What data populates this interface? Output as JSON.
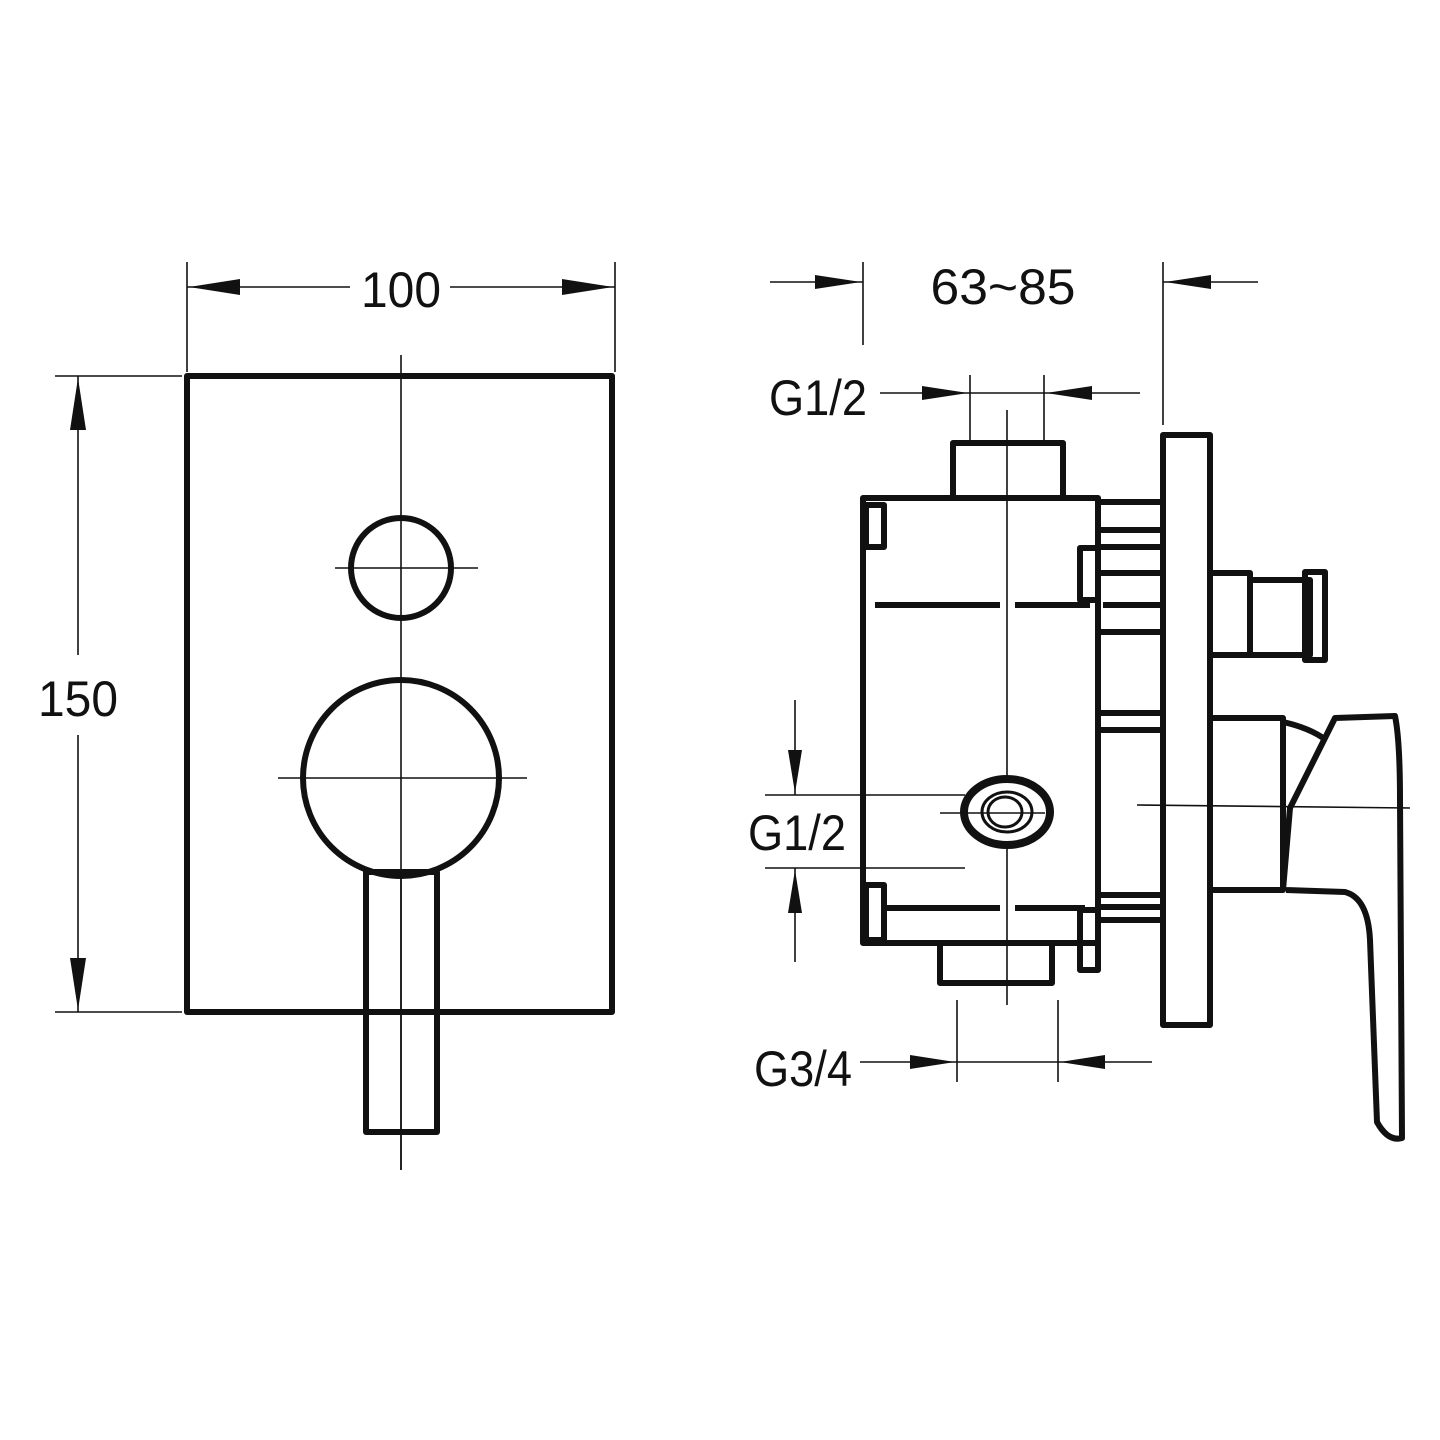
{
  "front_view": {
    "width_label": "100",
    "height_label": "150"
  },
  "side_view": {
    "depth_label": "63~85",
    "top_inlet_label": "G1/2",
    "side_inlet_label": "G1/2",
    "outlet_label": "G3/4"
  }
}
